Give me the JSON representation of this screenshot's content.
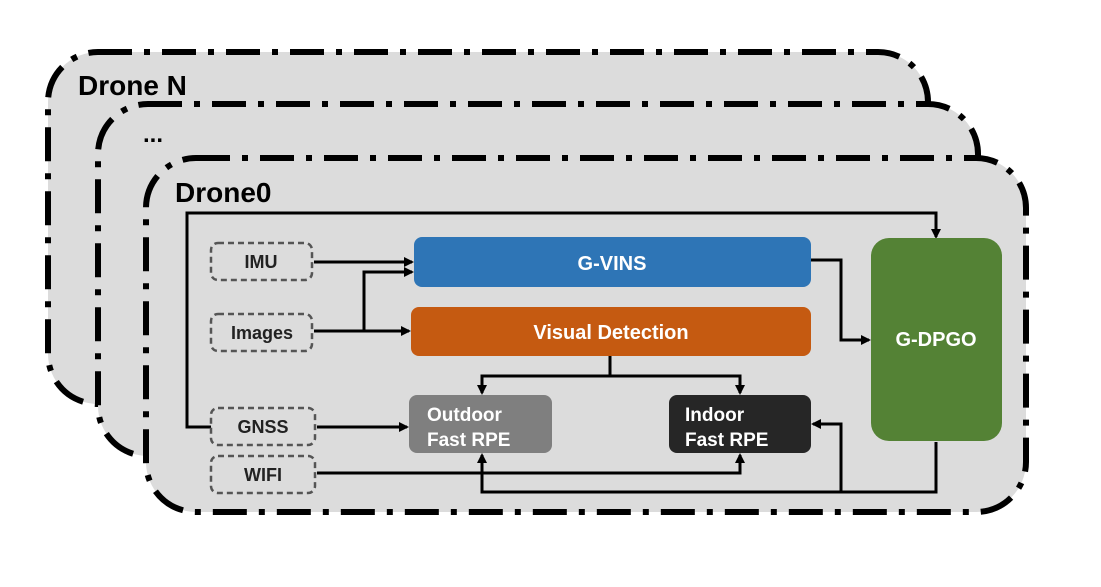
{
  "layers": {
    "back_title": "Drone N",
    "middle_title": "...",
    "front_title": "Drone0"
  },
  "inputs": {
    "imu": "IMU",
    "images": "Images",
    "gnss": "GNSS",
    "wifi": "WIFI"
  },
  "modules": {
    "gvins": "G-VINS",
    "visual_detection": "Visual Detection",
    "outdoor_line1": "Outdoor",
    "outdoor_line2": "Fast RPE",
    "indoor_line1": "Indoor",
    "indoor_line2": "Fast RPE",
    "gdpgo": "G-DPGO"
  },
  "colors": {
    "layer_fill": "#dcdcdc",
    "gvins": "#2e75b6",
    "visual_detection": "#c55a11",
    "outdoor": "#7f7f7f",
    "indoor": "#262626",
    "gdpgo": "#548235",
    "input_border": "#555555"
  }
}
